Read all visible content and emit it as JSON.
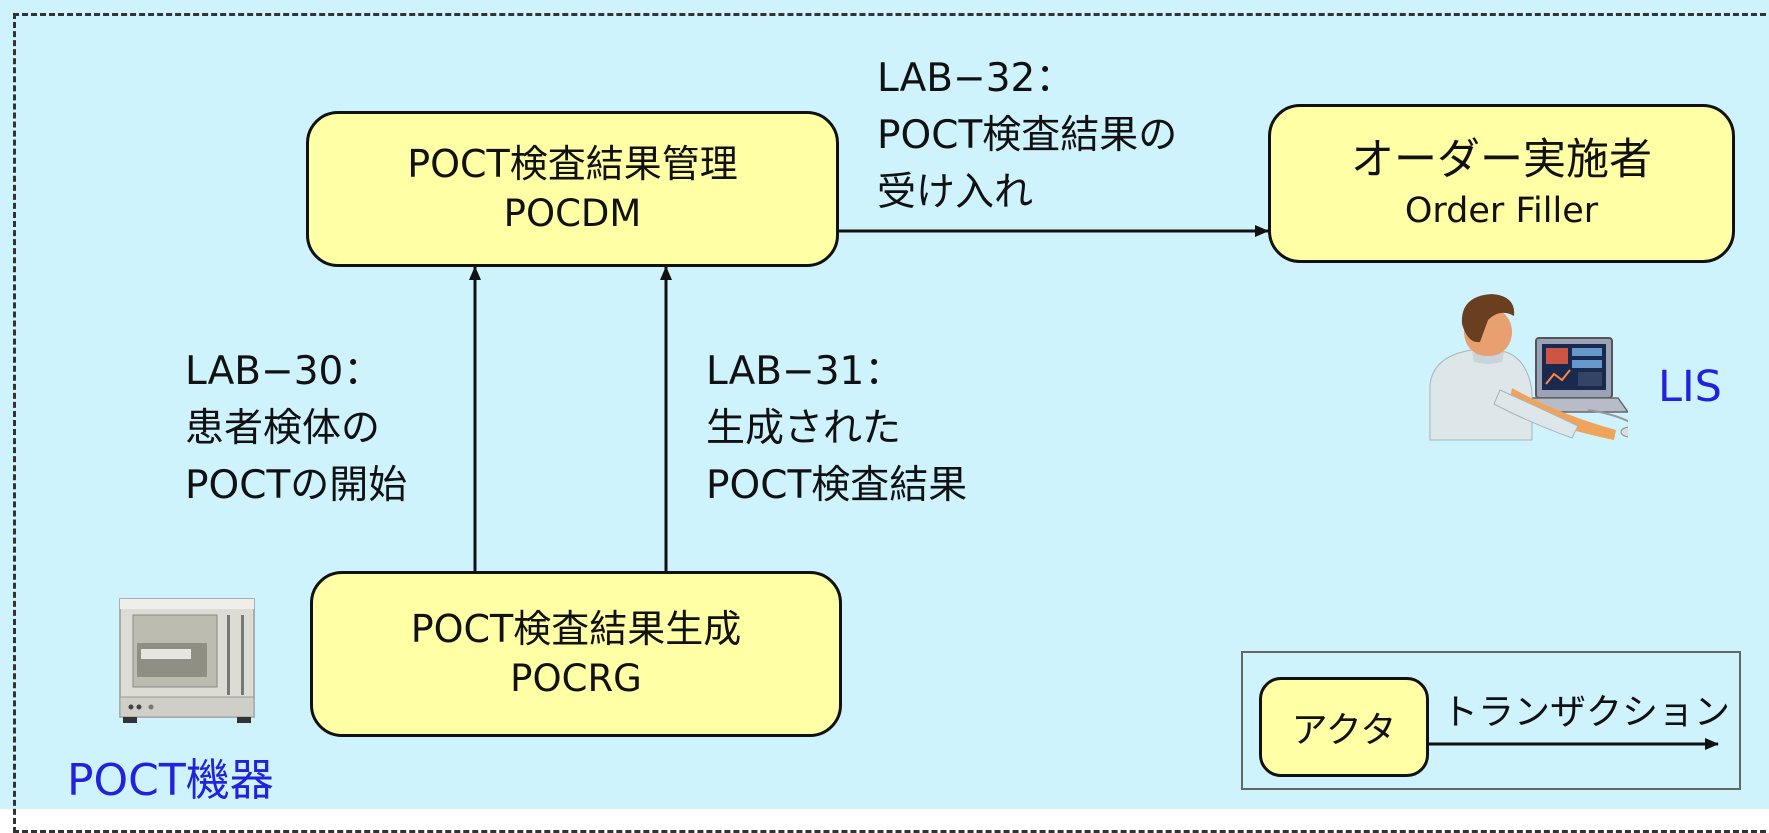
{
  "actors": {
    "pocdm": {
      "name": "POCT検査結果管理",
      "code": "POCDM"
    },
    "order_filler": {
      "name": "オーダー実施者",
      "code": "Order Filler"
    },
    "pocrg": {
      "name": "POCT検査結果生成",
      "code": "POCRG"
    }
  },
  "transactions": {
    "lab32": {
      "id": "LAB−32：",
      "line1": "POCT検査結果の",
      "line2": "受け入れ"
    },
    "lab30": {
      "id": "LAB−30：",
      "line1": "患者検体の",
      "line2": "POCTの開始"
    },
    "lab31": {
      "id": "LAB−31：",
      "line1": "生成された",
      "line2": "POCT検査結果"
    }
  },
  "systems": {
    "lis": "LIS",
    "device": "POCT機器"
  },
  "legend": {
    "actor": "アクタ",
    "transaction": "トランザクション"
  },
  "colors": {
    "background": "#cff3fd",
    "actor_fill": "#ffffa6",
    "system_label": "#2222dd"
  },
  "icons": {
    "lis": "person-at-computer-icon",
    "device": "lab-analyzer-icon"
  }
}
